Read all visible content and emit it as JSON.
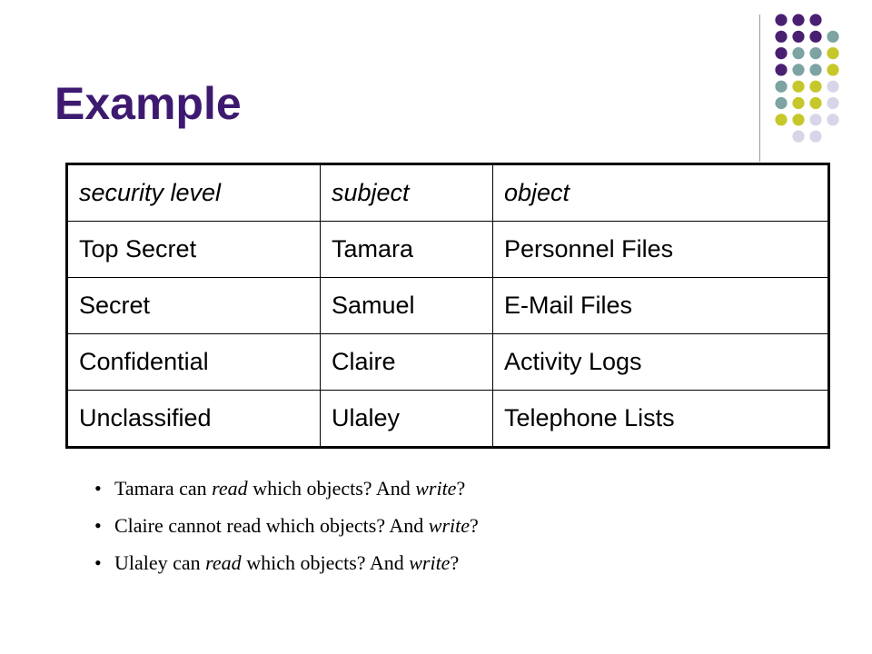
{
  "slide": {
    "title": "Example"
  },
  "decoration": {
    "colors": {
      "purple": "#4a1f72",
      "teal": "#7da3a3",
      "yellow": "#c6c72a",
      "lavender": "#d6d6e8"
    },
    "dot_grid_rows": [
      [
        "purple",
        "purple",
        "purple"
      ],
      [
        "purple",
        "purple",
        "purple",
        "teal"
      ],
      [
        "purple",
        "teal",
        "teal",
        "yellow"
      ],
      [
        "purple",
        "teal",
        "teal",
        "yellow"
      ],
      [
        "teal",
        "yellow",
        "yellow",
        "lavender"
      ],
      [
        "teal",
        "yellow",
        "yellow",
        "lavender"
      ],
      [
        "yellow",
        "yellow",
        "lavender",
        "lavender"
      ],
      [
        "lavender",
        "lavender"
      ]
    ]
  },
  "table": {
    "headers": [
      "security level",
      "subject",
      "object"
    ],
    "rows": [
      [
        "Top Secret",
        "Tamara",
        "Personnel Files"
      ],
      [
        "Secret",
        "Samuel",
        "E-Mail Files"
      ],
      [
        "Confidential",
        "Claire",
        "Activity Logs"
      ],
      [
        "Unclassified",
        "Ulaley",
        "Telephone Lists"
      ]
    ]
  },
  "bullets": [
    {
      "marker": "•",
      "a": "Tamara can ",
      "b": "read",
      "c": " which objects? And ",
      "d": "write",
      "e": "?"
    },
    {
      "marker": "•",
      "a": "Claire cannot read which objects? And ",
      "b": "",
      "c": "",
      "d": "write",
      "e": "?"
    },
    {
      "marker": "•",
      "a": "Ulaley can ",
      "b": "read",
      "c": " which objects? And ",
      "d": "write",
      "e": "?"
    }
  ]
}
